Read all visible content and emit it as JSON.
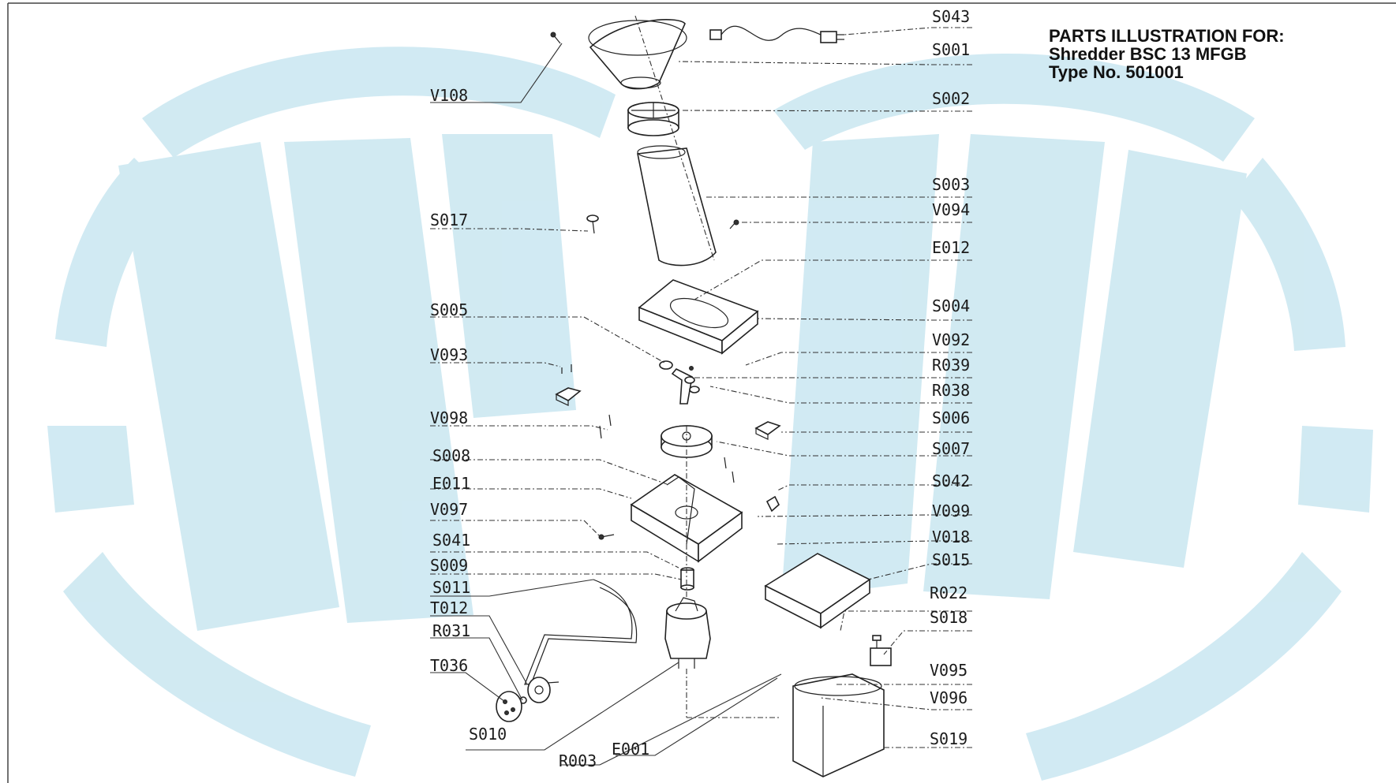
{
  "title_block": {
    "line1": "PARTS ILLUSTRATION FOR:",
    "line2": "Shredder BSC 13 MFGB",
    "line3": "Type No. 501001"
  },
  "callouts_left": [
    {
      "id": "V108"
    },
    {
      "id": "S017"
    },
    {
      "id": "S005"
    },
    {
      "id": "V093"
    },
    {
      "id": "V098"
    },
    {
      "id": "S008"
    },
    {
      "id": "E011"
    },
    {
      "id": "V097"
    },
    {
      "id": "S041"
    },
    {
      "id": "S009"
    },
    {
      "id": "S011"
    },
    {
      "id": "T012"
    },
    {
      "id": "R031"
    },
    {
      "id": "T036"
    },
    {
      "id": "S010"
    },
    {
      "id": "R003"
    },
    {
      "id": "E001"
    }
  ],
  "callouts_right": [
    {
      "id": "S043"
    },
    {
      "id": "S001"
    },
    {
      "id": "S002"
    },
    {
      "id": "S003"
    },
    {
      "id": "V094"
    },
    {
      "id": "E012"
    },
    {
      "id": "S004"
    },
    {
      "id": "V092"
    },
    {
      "id": "R039"
    },
    {
      "id": "R038"
    },
    {
      "id": "S006"
    },
    {
      "id": "S007"
    },
    {
      "id": "S042"
    },
    {
      "id": "V099"
    },
    {
      "id": "V018"
    },
    {
      "id": "S015"
    },
    {
      "id": "R022"
    },
    {
      "id": "S018"
    },
    {
      "id": "V095"
    },
    {
      "id": "V096"
    },
    {
      "id": "S019"
    }
  ],
  "colors": {
    "watermark": "#cfe9f2",
    "ink": "#222222"
  }
}
